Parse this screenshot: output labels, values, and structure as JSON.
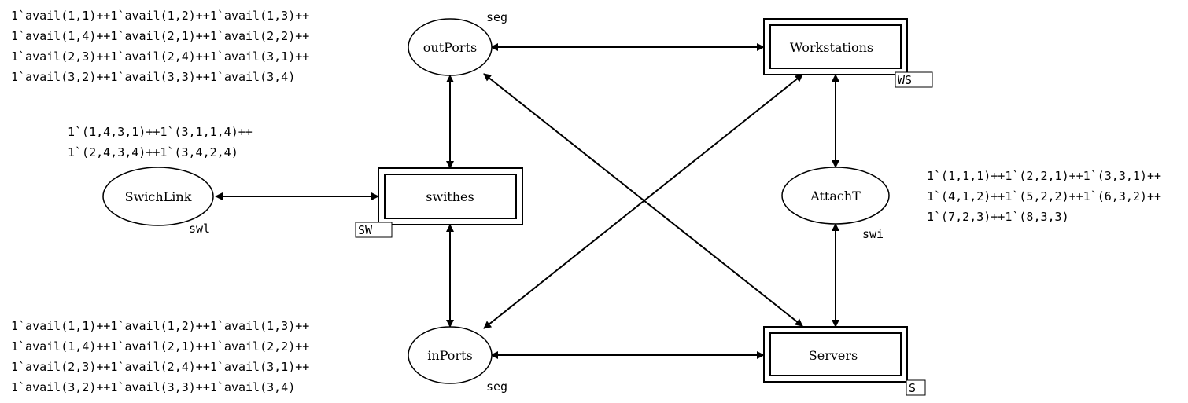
{
  "places": {
    "outPorts": {
      "label": "outPorts",
      "type": "seg"
    },
    "inPorts": {
      "label": "inPorts",
      "type": "seg"
    },
    "switchLink": {
      "label": "SwichLink",
      "type": "swl"
    },
    "attachT": {
      "label": "AttachT",
      "type": "swi"
    }
  },
  "subpages": {
    "workstations": {
      "label": "Workstations",
      "tag": "WS"
    },
    "switches": {
      "label": "swithes",
      "tag": "SW"
    },
    "servers": {
      "label": "Servers",
      "tag": "S"
    }
  },
  "markings": {
    "outPorts": [
      "1`avail(1,1)++1`avail(1,2)++1`avail(1,3)++",
      "1`avail(1,4)++1`avail(2,1)++1`avail(2,2)++",
      "1`avail(2,3)++1`avail(2,4)++1`avail(3,1)++",
      "1`avail(3,2)++1`avail(3,3)++1`avail(3,4)"
    ],
    "switchLink": [
      "1`(1,4,3,1)++1`(3,1,1,4)++",
      "1`(2,4,3,4)++1`(3,4,2,4)"
    ],
    "attachT": [
      "1`(1,1,1)++1`(2,2,1)++1`(3,3,1)++",
      "1`(4,1,2)++1`(5,2,2)++1`(6,3,2)++",
      "1`(7,2,3)++1`(8,3,3)"
    ],
    "inPorts": [
      "1`avail(1,1)++1`avail(1,2)++1`avail(1,3)++",
      "1`avail(1,4)++1`avail(2,1)++1`avail(2,2)++",
      "1`avail(2,3)++1`avail(2,4)++1`avail(3,1)++",
      "1`avail(3,2)++1`avail(3,3)++1`avail(3,4)"
    ]
  }
}
